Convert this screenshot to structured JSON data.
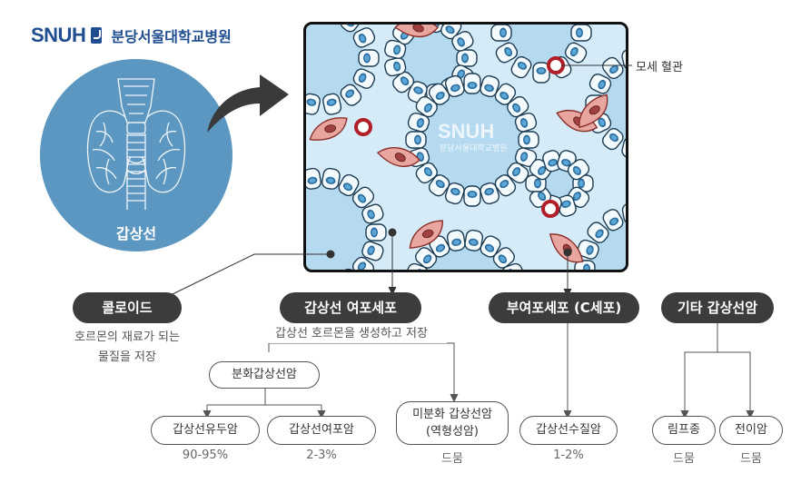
{
  "logo": {
    "brand": "SNUH",
    "hospital_name": "분당서울대학교병원"
  },
  "thyroid": {
    "label": "갑상선"
  },
  "micro": {
    "watermark_brand": "SNUH",
    "watermark_name": "분당서울대학교병원",
    "capillary_label": "모세 혈관"
  },
  "categories": {
    "colloid": {
      "title": "콜로이드",
      "desc_line1": "호르몬의 재료가 되는",
      "desc_line2": "물질을 저장"
    },
    "follicular": {
      "title": "갑상선 여포세포",
      "desc": "갑상선 호르몬을 생성하고 저장"
    },
    "parafollicular": {
      "title": "부여포세포 (C세포)"
    },
    "other": {
      "title": "기타 갑상선암"
    }
  },
  "cancers": {
    "differentiated": "분화갑상선암",
    "papillary": {
      "name": "갑상선유두암",
      "rate": "90-95%"
    },
    "follicular": {
      "name": "갑상선여포암",
      "rate": "2-3%"
    },
    "anaplastic": {
      "name_line1": "미분화 갑상선암",
      "name_line2": "(역형성암)",
      "rate": "드뭄"
    },
    "medullary": {
      "name": "갑상선수질암",
      "rate": "1-2%"
    },
    "lymphoma": {
      "name": "림프종",
      "rate": "드뭄"
    },
    "metastatic": {
      "name": "전이암",
      "rate": "드뭄"
    }
  },
  "colors": {
    "brand_blue": "#1f4d8f",
    "thyroid_circle": "#5b97c0",
    "micro_bg": "#d5ebf7",
    "pill_dark": "#3c3c3c",
    "capillary": "#b01e28"
  }
}
